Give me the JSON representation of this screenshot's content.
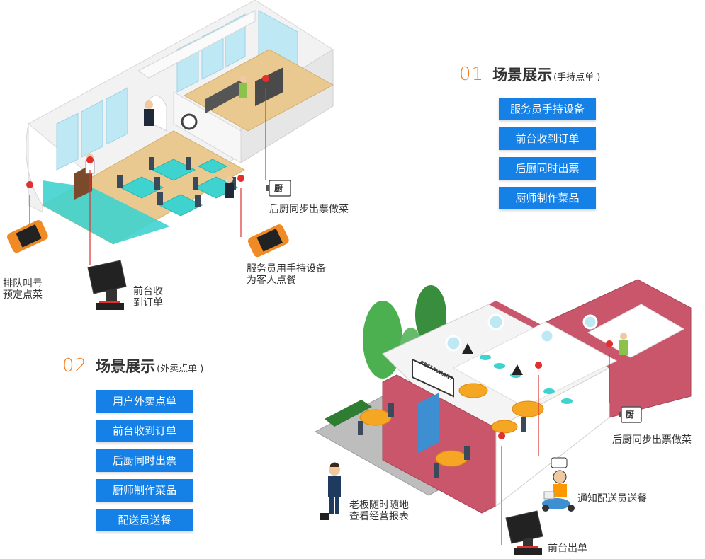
{
  "scene1": {
    "num": "01",
    "title": "场景展示",
    "subtitle": "(手持点单 )",
    "buttons": [
      "服务员手持设备",
      "前台收到订单",
      "后厨同时出票",
      "厨师制作菜品"
    ],
    "callouts": {
      "kitchen": "后厨同步出票做菜",
      "queue_line1": "排队叫号",
      "queue_line2": "预定点菜",
      "frontdesk_line1": "前台收",
      "frontdesk_line2": "到订单",
      "waiter_line1": "服务员用手持设备",
      "waiter_line2": "为客人点餐"
    },
    "kitchen_icon_char": "厨"
  },
  "scene2": {
    "num": "02",
    "title": "场景展示",
    "subtitle": "(外卖点单 )",
    "buttons": [
      "用户外卖点单",
      "前台收到订单",
      "后厨同时出票",
      "厨师制作菜品",
      "配送员送餐"
    ],
    "callouts": {
      "kitchen": "后厨同步出票做菜",
      "delivery": "通知配送员送餐",
      "boss_line1": "老板随时随地",
      "boss_line2": "查看经营报表",
      "frontdesk": "前台出单"
    },
    "kitchen_icon_char": "厨",
    "sign_text": "RESTAURANT"
  },
  "colors": {
    "accent_orange": "#f47a20",
    "button_blue": "#1581e6",
    "floor_wood": "#e9c98f",
    "teal": "#3fd3cf",
    "wall_red": "#c9566a",
    "marker_red": "#e03030"
  }
}
